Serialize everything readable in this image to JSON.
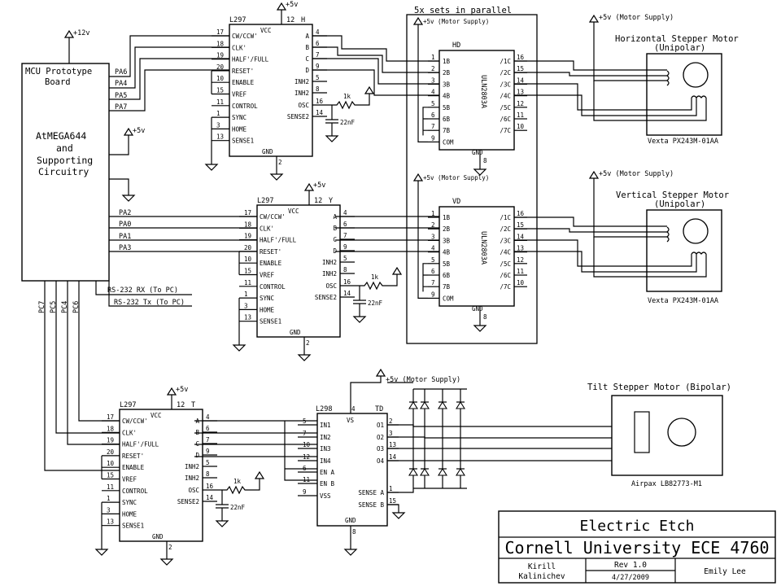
{
  "mcu": {
    "title_line1": "MCU Prototype",
    "title_line2": "Board",
    "chip_line1": "AtMEGA644",
    "chip_line2": "and",
    "chip_line3": "Supporting",
    "chip_line4": "Circuitry",
    "supply": "+12v",
    "supply5": "+5v",
    "ports_h": [
      "PA6",
      "PA4",
      "PA5",
      "PA7"
    ],
    "ports_v": [
      "PA2",
      "PA0",
      "PA1",
      "PA3"
    ],
    "ports_t": [
      "PC7",
      "PC5",
      "PC4",
      "PC6"
    ],
    "rs232_rx": "RS-232 RX (To PC)",
    "rs232_tx": "RS-232 Tx (To PC)"
  },
  "l297": {
    "part": "L297",
    "vcc": "VCC",
    "gnd": "GND",
    "vcc_pin": "12",
    "gnd_pin": "2",
    "left_pins": [
      "17",
      "18",
      "19",
      "20",
      "10",
      "15",
      "11",
      "1",
      "3",
      "13"
    ],
    "left_labels": [
      "CW/CCW'",
      "CLK'",
      "HALF'/FULL",
      "RESET'",
      "ENABLE",
      "VREF",
      "CONTROL",
      "SYNC",
      "HOME",
      "SENSE1"
    ],
    "right_labels": [
      "A",
      "B",
      "C",
      "D",
      "INH2",
      "INH2",
      "OSC",
      "SENSE2"
    ],
    "right_pins": [
      "4",
      "6",
      "7",
      "9",
      "5",
      "8",
      "16",
      "14"
    ],
    "resistor": "1k",
    "capacitor": "22nF",
    "supply": "+5v"
  },
  "blocks": {
    "h": "H",
    "v": "Y",
    "t": "T"
  },
  "uln": {
    "part": "ULN2803A",
    "hd": "HD",
    "vd": "VD",
    "gnd": "GND",
    "gnd_pin": "8",
    "left_labels": [
      "1B",
      "2B",
      "3B",
      "4B",
      "5B",
      "6B",
      "7B",
      "COM"
    ],
    "left_pins": [
      "1",
      "2",
      "3",
      "4",
      "5",
      "6",
      "7",
      "9"
    ],
    "right_labels": [
      "/1C",
      "/2C",
      "/3C",
      "/4C",
      "/5C",
      "/6C",
      "/7C"
    ],
    "right_pins": [
      "16",
      "15",
      "14",
      "13",
      "12",
      "11",
      "10"
    ],
    "motor_supply": "+5v (Motor Supply)"
  },
  "parallel_note": "5x sets in parallel",
  "l298": {
    "part": "L298",
    "td": "TD",
    "vs": "VS",
    "gnd": "GND",
    "vs_pin": "4",
    "gnd_pin": "8",
    "left_pins": [
      "5",
      "7",
      "10",
      "12",
      "6",
      "11",
      "9"
    ],
    "left_labels": [
      "IN1",
      "IN2",
      "IN3",
      "IN4",
      "EN A",
      "EN B",
      "VSS"
    ],
    "right_labels": [
      "O1",
      "O2",
      "O3",
      "O4",
      "SENSE A",
      "SENSE B"
    ],
    "right_pins": [
      "2",
      "3",
      "13",
      "14",
      "1",
      "15"
    ],
    "motor_supply": "+5v (Motor Supply)"
  },
  "motors": {
    "horizontal_title": "Horizontal Stepper Motor",
    "horizontal_sub": "(Unipolar)",
    "horizontal_part": "Vexta PX243M-01AA",
    "vertical_title": "Vertical Stepper Motor",
    "vertical_sub": "(Unipolar)",
    "vertical_part": "Vexta PX243M-01AA",
    "tilt_title": "Tilt Stepper Motor (Bipolar)",
    "tilt_part": "Airpax LB82773-M1",
    "motor_supply": "+5v (Motor Supply)"
  },
  "title_block": {
    "title": "Electric Etch",
    "subtitle": "Cornell University ECE 4760",
    "author1_line1": "Kirill",
    "author1_line2": "Kalinichev",
    "rev": "Rev 1.0",
    "date": "4/27/2009",
    "author2": "Emily Lee"
  }
}
